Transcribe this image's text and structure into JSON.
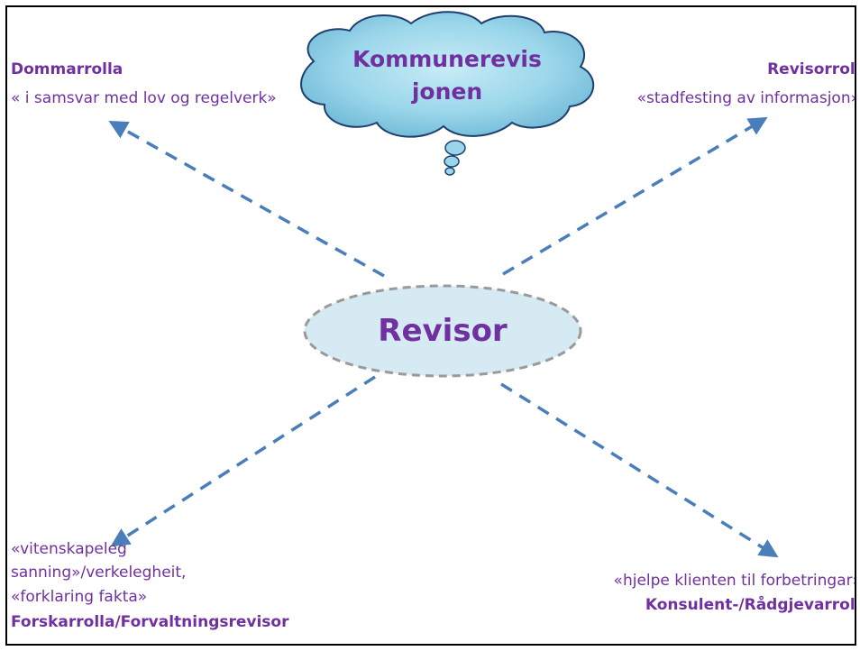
{
  "center": {
    "label": "Revisor"
  },
  "cloud": {
    "line1": "Kommunerevis",
    "line2": "jonen"
  },
  "top_left": {
    "title": "Dommarrolla",
    "subtitle": "« i samsvar med lov og regelverk»"
  },
  "top_right": {
    "title": "Revisorrolla",
    "subtitle": "«stadfesting av informasjon»"
  },
  "bottom_left": {
    "lines": [
      "«vitenskapeleg",
      "sanning»/verkelegheit,",
      "«forklaring fakta»"
    ],
    "title": "Forskarrolla/Forvaltningsrevisor"
  },
  "bottom_right": {
    "subtitle": "«hjelpe klienten til forbetringar»",
    "title": "Konsulent-/Rådgjevarrolla"
  },
  "colors": {
    "text": "#7030a0",
    "arrow": "#4a7ebb",
    "ellipse_fill": "#d6eaf4",
    "ellipse_stroke": "#9a9a9a",
    "cloud_fill": "#8fcde5"
  }
}
